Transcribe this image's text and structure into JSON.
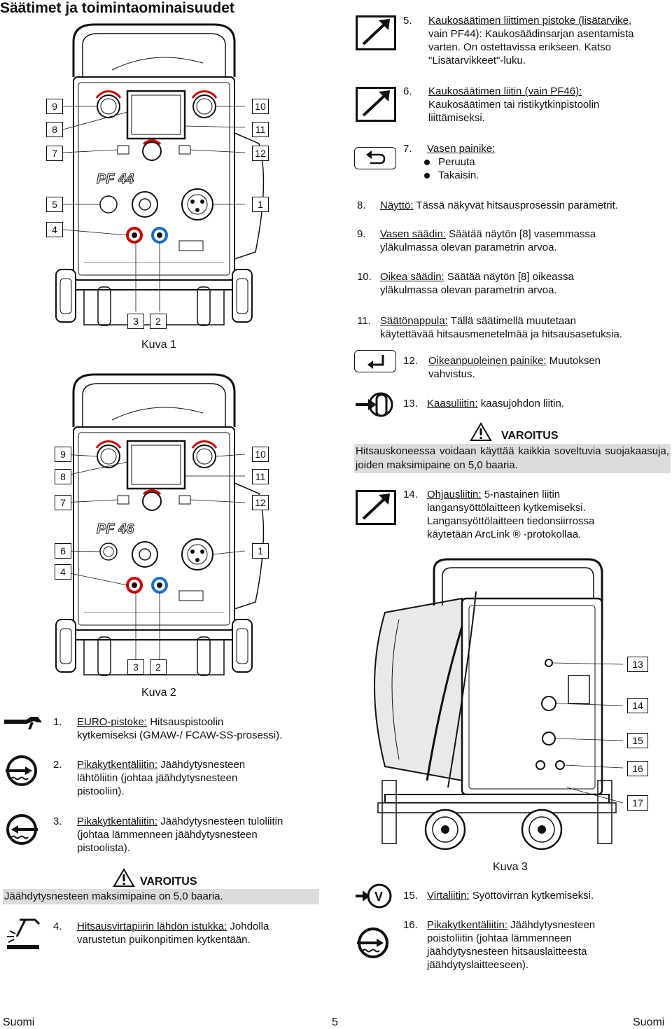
{
  "page": {
    "title": "Säätimet ja toimintaominaisuudet",
    "footer_left": "Suomi",
    "footer_center": "5",
    "footer_right": "Suomi"
  },
  "figures": {
    "fig1": {
      "caption": "Kuva 1",
      "model": "PF 44",
      "callouts": [
        "9",
        "8",
        "7",
        "5",
        "4",
        "10",
        "11",
        "12",
        "1",
        "3",
        "2"
      ]
    },
    "fig2": {
      "caption": "Kuva 2",
      "model": "PF 46",
      "callouts": [
        "9",
        "8",
        "7",
        "6",
        "4",
        "10",
        "11",
        "12",
        "1",
        "3",
        "2"
      ]
    },
    "fig3": {
      "caption": "Kuva 3",
      "callouts": [
        "13",
        "14",
        "15",
        "16",
        "17"
      ]
    }
  },
  "left_items": [
    {
      "num": "1.",
      "label": "EURO-pistoke:",
      "text": " Hitsauspistoolin",
      "cont": [
        "kytkemiseksi (GMAW-/ FCAW-SS-prosessi)."
      ]
    },
    {
      "num": "2.",
      "label": "Pikakytkentäliitin:",
      "text": " Jäähdytysnesteen",
      "cont": [
        "lähtöliitin (johtaa jäähdytysnesteen",
        "pistooliin)."
      ]
    },
    {
      "num": "3.",
      "label": "Pikakytkentäliitin:",
      "text": " Jäähdytysnesteen tuloliitin",
      "cont": [
        "(johtaa lämmenneen jäähdytysnesteen",
        "pistoolista)."
      ]
    },
    {
      "num": "4.",
      "label": "Hitsausvirtapiirin lähdön istukka:",
      "text": " Johdolla",
      "cont": [
        "varustetun puikonpitimen kytkentään."
      ]
    }
  ],
  "left_warning": {
    "head": "VAROITUS",
    "text": "Jäähdytysnesteen maksimipaine on 5,0 baaria."
  },
  "right_items": {
    "i5": {
      "num": "5.",
      "label": "Kaukosäätimen liittimen pistoke (lisätarvike, vain PF44):",
      "lines": [
        "Kaukosäätimen liittimen pistoke (lisätarvike,",
        "vain PF44): Kaukosäädinsarjan asentamista",
        "varten. On ostettavissa erikseen. Katso",
        "\"Lisätarvikkeet\"-luku."
      ]
    },
    "i6": {
      "num": "6.",
      "lines": [
        "Kaukosäätimen liitin (vain PF46):",
        "Kaukosäätimen tai ristikytkinpistoolin",
        "liittämiseksi."
      ]
    },
    "i7": {
      "num": "7.",
      "label": "Vasen painike:",
      "bullets": [
        "Peruuta",
        "Takaisin."
      ]
    },
    "i8": {
      "num": "8.",
      "label": "Näyttö:",
      "text": " Tässä näkyvät hitsausprosessin parametrit."
    },
    "i9": {
      "num": "9.",
      "label": "Vasen säädin:",
      "text": " Säätää näytön [8] vasemmassa",
      "cont": "yläkulmassa olevan parametrin arvoa."
    },
    "i10": {
      "num": "10.",
      "label": "Oikea säädin:",
      "text": " Säätää näytön [8] oikeassa",
      "cont": "yläkulmassa olevan parametrin arvoa."
    },
    "i11": {
      "num": "11.",
      "label": "Säätönappula:",
      "text": " Tällä säätimellä muutetaan",
      "cont": "käytettävää hitsausmenetelmää ja hitsausasetuksia."
    },
    "i12": {
      "num": "12.",
      "label": "Oikeanpuoleinen painike:",
      "text": " Muutoksen",
      "cont": "vahvistus."
    },
    "i13": {
      "num": "13.",
      "label": "Kaasuliitin:",
      "text": " kaasujohdon liitin."
    },
    "i14": {
      "num": "14.",
      "label": "Ohjausliitin:",
      "text": " 5-nastainen liitin",
      "cont": [
        "langansyöttölaitteen kytkemiseksi.",
        "Langansyöttölaitteen tiedonsiirrossa",
        "käytetään ArcLink ® -protokollaa."
      ]
    },
    "i15": {
      "num": "15.",
      "label": "Virtaliitin:",
      "text": " Syöttövirran kytkemiseksi."
    },
    "i16": {
      "num": "16.",
      "label": "Pikakytkentäliitin:",
      "text": " Jäähdytysnesteen",
      "cont": [
        "poistoliitin (johtaa lämmenneen",
        "jäähdytysnesteen hitsauslaitteesta",
        "jäähdytyslaitteeseen)."
      ]
    }
  },
  "right_warning": {
    "head": "VAROITUS",
    "text": "Hitsauskoneessa voidaan käyttää kaikkia soveltuvia suojakaasuja, joiden maksimipaine on 5,0 baaria."
  },
  "icons": {
    "volt_symbol": "V"
  }
}
